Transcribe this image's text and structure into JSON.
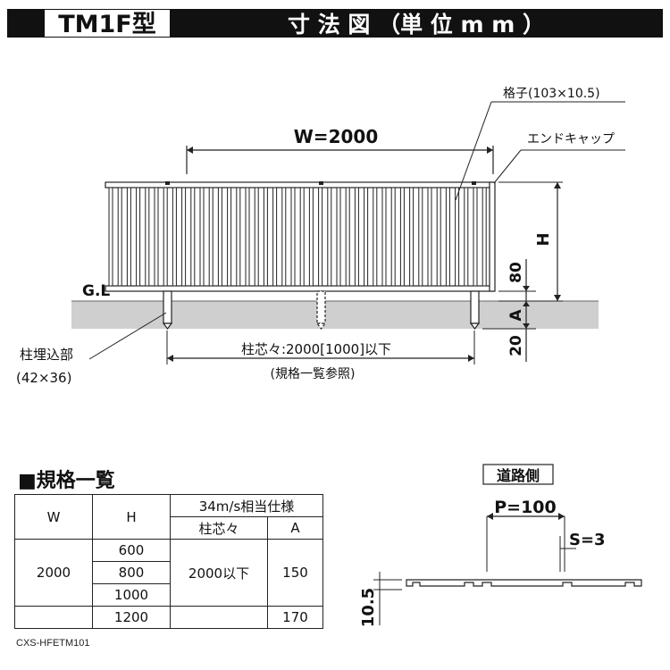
{
  "header": {
    "model": "TM1F型",
    "title": "寸 法 図 （単 位 m m ）"
  },
  "diagram": {
    "grid_label": "格子(103×10.5)",
    "endcap_label": "エンドキャップ",
    "width_label": "W=2000",
    "height_label": "H",
    "top_offset_label": "80",
    "a_label": "A",
    "bottom_label": "20",
    "gl_label": "G.L",
    "post_label_line1": "柱埋込部",
    "post_label_line2": "(42×36)",
    "pitch_label": "柱芯々:2000[1000]以下",
    "pitch_note": "(規格一覧参照)"
  },
  "spec": {
    "title": "■規格一覧",
    "headers": {
      "w": "W",
      "h": "H",
      "group": "34m/s相当仕様",
      "pitch": "柱芯々",
      "a": "A"
    },
    "w_value": "2000",
    "h_values": [
      "600",
      "800",
      "1000",
      "1200"
    ],
    "pitch_value": "2000以下",
    "a_values": [
      "150",
      "170"
    ]
  },
  "section": {
    "side_label": "道路側",
    "p_label": "P=100",
    "s_label": "S=3",
    "thickness_label": "10.5"
  },
  "footer": {
    "code": "CXS-HFETM101"
  }
}
